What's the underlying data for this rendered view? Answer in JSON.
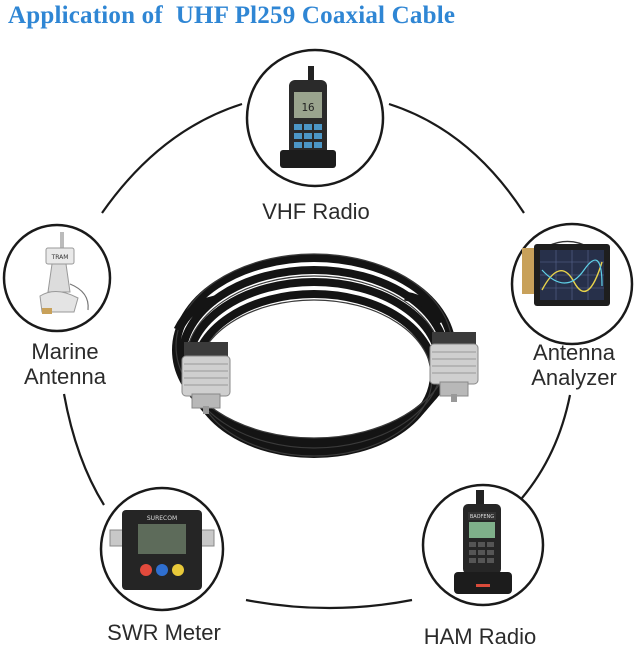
{
  "title": "Application of  UHF Pl259 Coaxial Cable",
  "colors": {
    "title": "#2f86d4",
    "ring": "#1a1a1a",
    "cable": "#141414",
    "connector": "#c9c9c9"
  },
  "center_image": {
    "icon": "coiled-coax-cable-icon"
  },
  "applications": [
    {
      "id": "vhf-radio",
      "icon": "handheld-vhf-radio-icon",
      "label": "VHF Radio",
      "lcd_text": "16"
    },
    {
      "id": "antenna-analyzer",
      "icon": "antenna-analyzer-icon",
      "label_lines": [
        "Antenna",
        "Analyzer"
      ]
    },
    {
      "id": "ham-radio",
      "icon": "ham-radio-walkie-talkie-icon",
      "label": "HAM Radio",
      "brand_text": "BAOFENG"
    },
    {
      "id": "swr-meter",
      "icon": "swr-meter-icon",
      "label": "SWR Meter",
      "brand_text": "SURECOM"
    },
    {
      "id": "marine-antenna",
      "icon": "marine-antenna-mount-icon",
      "label_lines": [
        "Marine",
        "Antenna"
      ],
      "brand_text": "TRAM"
    }
  ]
}
